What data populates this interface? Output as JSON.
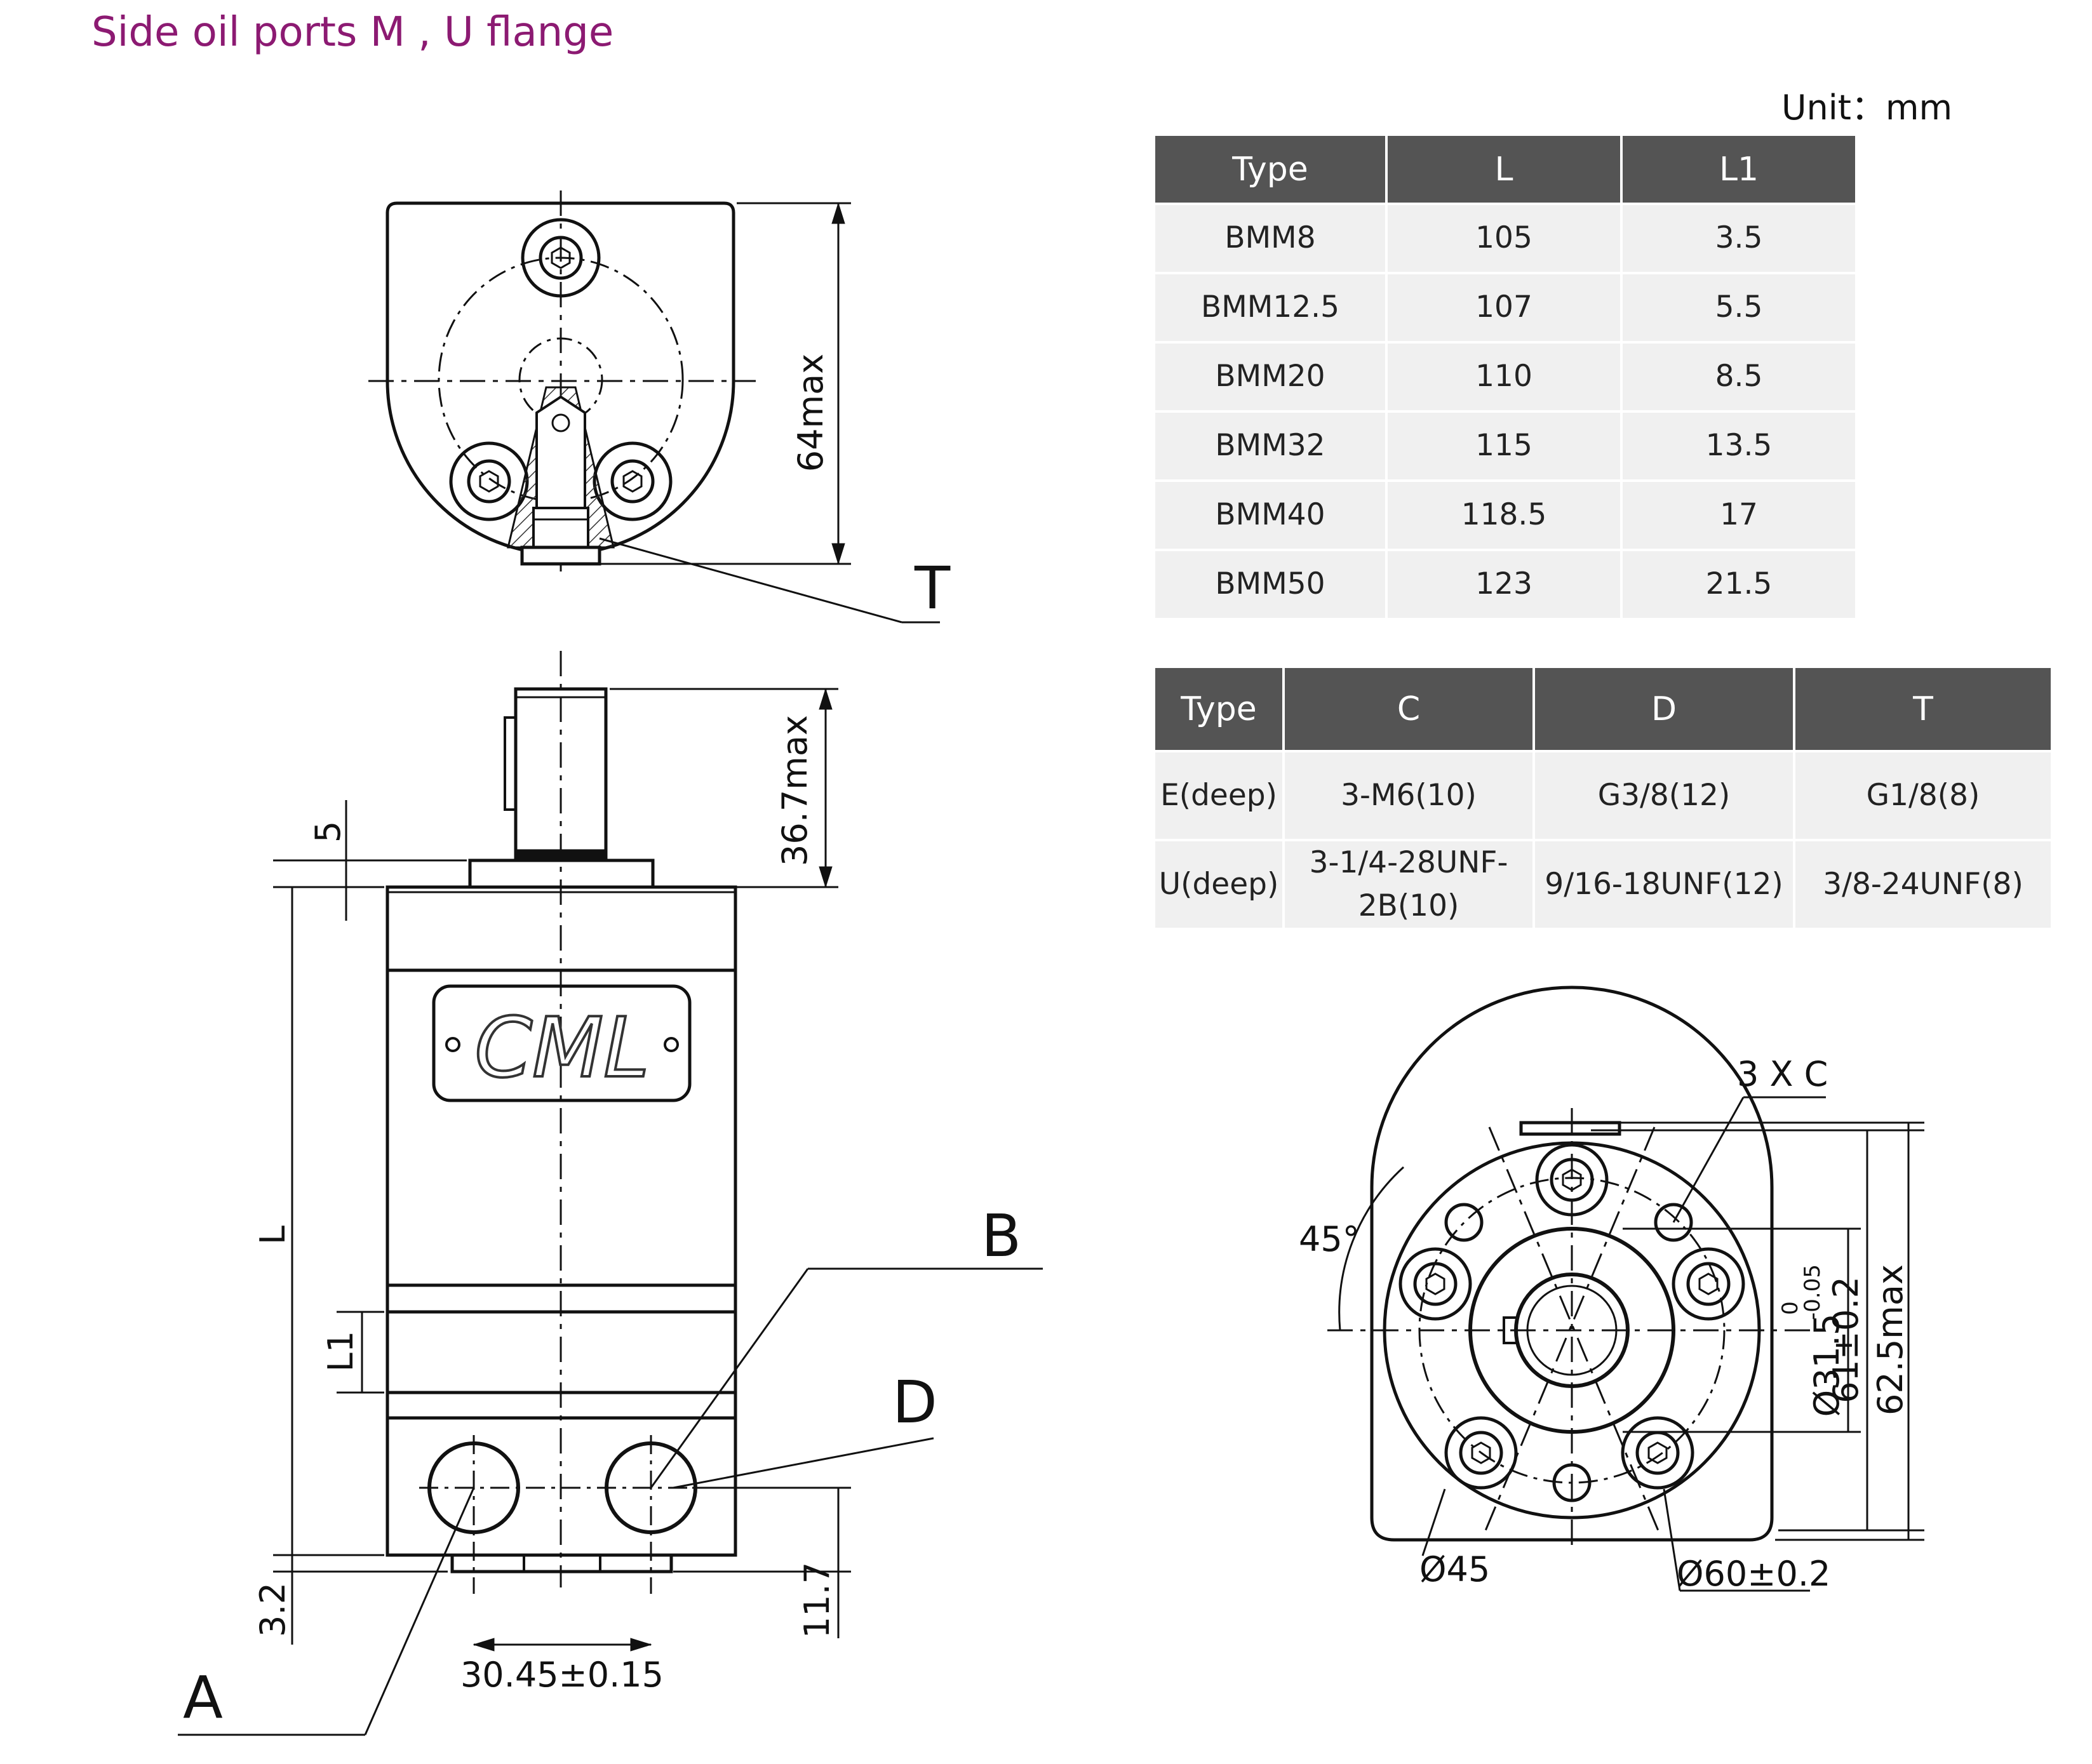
{
  "title": "Side oil ports M , U flange",
  "unit": "Unit：mm",
  "table_lengths": {
    "headers": [
      "Type",
      "L",
      "L1"
    ],
    "rows": [
      [
        "BMM8",
        "105",
        "3.5"
      ],
      [
        "BMM12.5",
        "107",
        "5.5"
      ],
      [
        "BMM20",
        "110",
        "8.5"
      ],
      [
        "BMM32",
        "115",
        "13.5"
      ],
      [
        "BMM40",
        "118.5",
        "17"
      ],
      [
        "BMM50",
        "123",
        "21.5"
      ]
    ]
  },
  "table_ports": {
    "headers": [
      "Type",
      "C",
      "D",
      "T"
    ],
    "rows": [
      [
        "E(deep)",
        "3-M6(10)",
        "G3/8(12)",
        "G1/8(8)"
      ],
      [
        "U(deep)",
        "3-1/4-28UNF-2B(10)",
        "9/16-18UNF(12)",
        "3/8-24UNF(8)"
      ]
    ]
  },
  "drawing": {
    "labels": {
      "port_t": "T",
      "port_b": "B",
      "port_d": "D",
      "port_a": "A"
    },
    "dims": {
      "top_view_height": "64max",
      "shaft_length": "36.7max",
      "pilot": "5",
      "overall_length": "L",
      "section": "L1",
      "port_spacing": "30.45±0.15",
      "port_height": "11.7",
      "base": "3.2",
      "bolt_count": "3 X C",
      "angle": "45°",
      "pilot_dia": "Ø31.5",
      "pilot_tol_upper": "0",
      "pilot_tol_lower": "-0.05",
      "height_61": "61±0.2",
      "height_max": "62.5max",
      "dia_45": "Ø45",
      "dia_60": "Ø60±0.2"
    },
    "logo_text": "CML"
  }
}
